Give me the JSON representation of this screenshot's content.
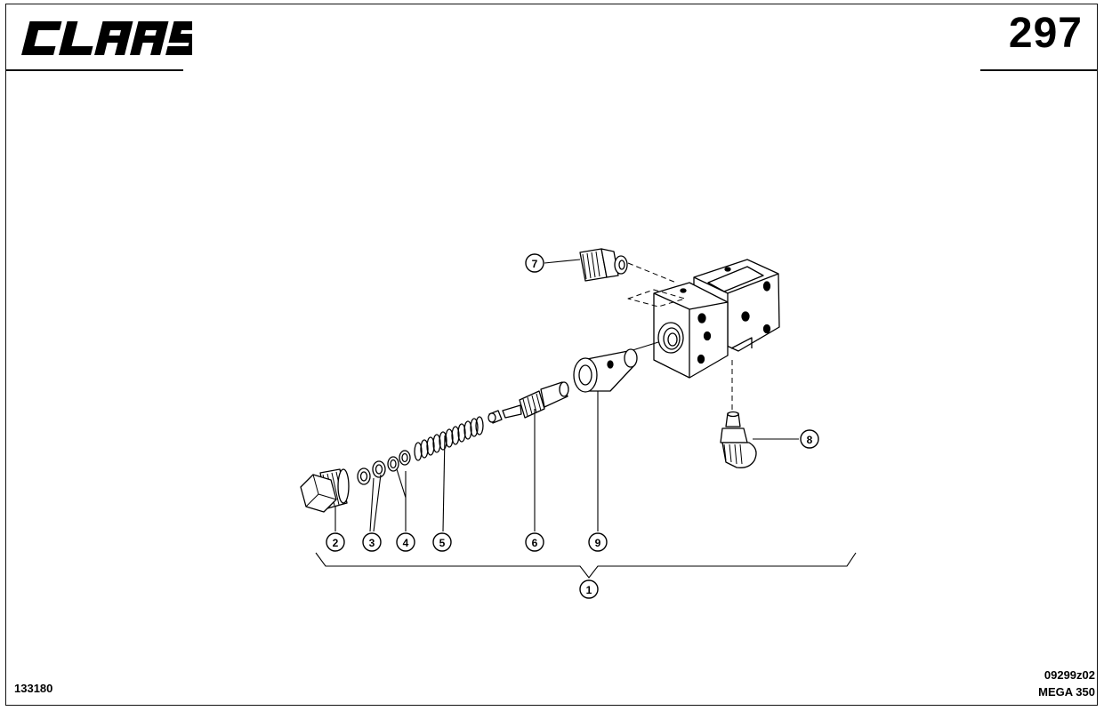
{
  "header": {
    "brand": "CLAAS",
    "page_number": "297"
  },
  "footer": {
    "doc_id": "133180",
    "drawing_ref": "09299z02",
    "model": "MEGA 350"
  },
  "callouts": [
    {
      "label": "1",
      "part": "valve-assembly"
    },
    {
      "label": "2",
      "part": "plug-screw"
    },
    {
      "label": "3",
      "part": "seal-ring"
    },
    {
      "label": "4",
      "part": "shim-washer"
    },
    {
      "label": "5",
      "part": "pressure-spring"
    },
    {
      "label": "6",
      "part": "valve-poppet"
    },
    {
      "label": "7",
      "part": "screw-fitting"
    },
    {
      "label": "8",
      "part": "elbow-fitting"
    },
    {
      "label": "9",
      "part": "valve-sleeve"
    }
  ]
}
